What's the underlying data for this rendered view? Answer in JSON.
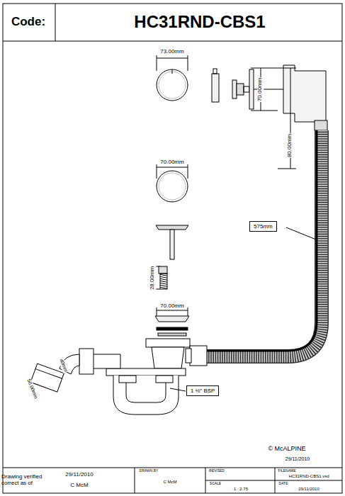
{
  "diagram": {
    "title": "HC31RND-CBS1",
    "nodes": [
      {
        "text": [
          "575mm"
        ]
      },
      {
        "text": [
          "1 ½\" BSP"
        ]
      }
    ],
    "labels": [
      "Code:",
      "73.00mm",
      "70.00mm",
      "80.00mm",
      "70.00mm",
      "28.00mm",
      "70.00mm",
      "40mm",
      "50.00mm",
      "© McALPINE",
      "29/11/2010",
      "Drawing verified correct as of",
      "29/11/2010",
      "C McM",
      "DRAWN BY",
      "C McM",
      "REVISED",
      "FILENAME",
      "HC31RND-CBS1.vsd",
      "SCALE",
      "1 : 2.75",
      "DATE",
      "29/11/2010"
    ]
  }
}
